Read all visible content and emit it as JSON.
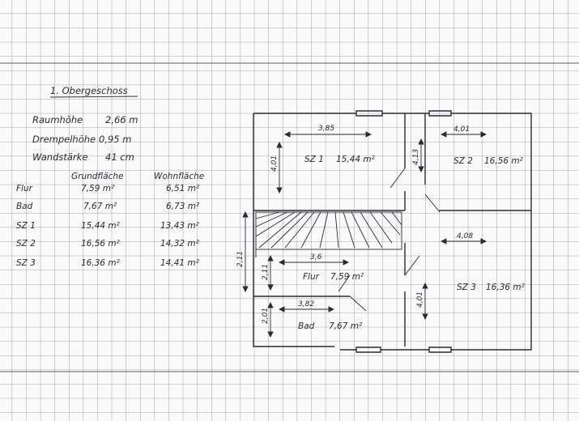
{
  "heading": "1. Obergeschoss",
  "specs": {
    "raumhoehe": {
      "label": "Raumhöhe",
      "value": "2,66 m"
    },
    "drempel": {
      "label": "Drempelhöhe",
      "value": "0,95 m"
    },
    "wand": {
      "label": "Wandstärke",
      "value": "41 cm"
    }
  },
  "area_table": {
    "col_grund": "Grundfläche",
    "col_wohn": "Wohnfläche",
    "rows": [
      {
        "room": "Flur",
        "grund": "7,59 m²",
        "wohn": "6,51 m²"
      },
      {
        "room": "Bad",
        "grund": "7,67 m²",
        "wohn": "6,73 m²"
      },
      {
        "room": "SZ 1",
        "grund": "15,44 m²",
        "wohn": "13,43 m²"
      },
      {
        "room": "SZ 2",
        "grund": "16,56 m²",
        "wohn": "14,32 m²"
      },
      {
        "room": "SZ 3",
        "grund": "16,36 m²",
        "wohn": "14,41 m²"
      }
    ]
  },
  "plan": {
    "sz1": {
      "name": "SZ 1",
      "area": "15,44 m²",
      "w": "3,85",
      "h": "4,01"
    },
    "sz2": {
      "name": "SZ 2",
      "area": "16,56 m²",
      "w": "4,01",
      "h": "4,13"
    },
    "sz3": {
      "name": "SZ 3",
      "area": "16,36 m²",
      "w": "4,08",
      "h": "4,01"
    },
    "flur": {
      "name": "Flur",
      "area": "7,59 m²",
      "w": "3,6",
      "h": "2,11"
    },
    "bad": {
      "name": "Bad",
      "area": "7,67 m²",
      "w": "3,82",
      "h": "2,01"
    },
    "stair_h": "2,11"
  }
}
